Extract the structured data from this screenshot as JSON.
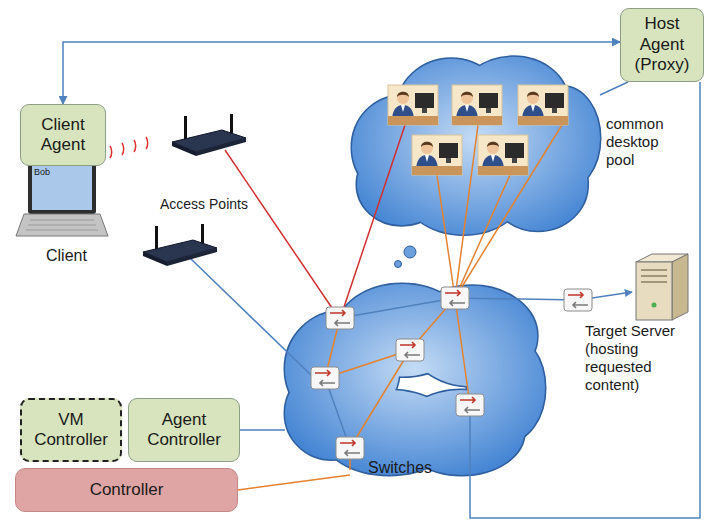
{
  "diagram": {
    "nodes": [
      {
        "text": [
          "Host Agent (Proxy)"
        ]
      },
      {
        "text": [
          "Client Agent"
        ]
      },
      {
        "text": [
          "common desktop pool"
        ]
      },
      {
        "text": [
          "Switches"
        ]
      },
      {
        "text": [
          "VM Controller"
        ]
      },
      {
        "text": [
          "Agent Controller"
        ]
      },
      {
        "text": [
          "Controller"
        ]
      }
    ],
    "edges": [
      {
        "from": 1,
        "to": 0,
        "arrow": "both"
      },
      {
        "from": 0,
        "to": 2,
        "arrow": "none"
      },
      {
        "from": 0,
        "to": 3,
        "arrow": "none"
      },
      {
        "from": 5,
        "to": 3,
        "arrow": "none"
      },
      {
        "from": 6,
        "to": 3,
        "arrow": "none"
      }
    ],
    "labels": [
      "Bob",
      "Client",
      "Access Points",
      "Target Server (hosting requested content)"
    ]
  }
}
